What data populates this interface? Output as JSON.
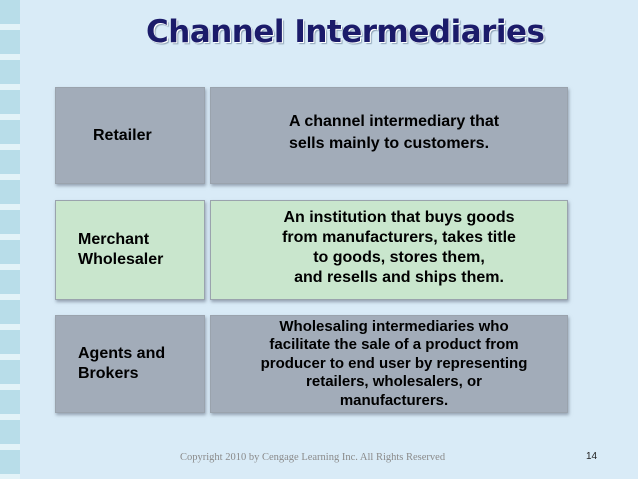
{
  "title": "Channel Intermediaries",
  "rows": [
    {
      "term": "Retailer",
      "definition": "A channel intermediary that\nsells mainly to customers."
    },
    {
      "term": "Merchant\nWholesaler",
      "definition": "An institution that buys goods\nfrom manufacturers, takes title\nto goods, stores them,\nand resells and ships them."
    },
    {
      "term": "Agents and\nBrokers",
      "definition": "Wholesaling intermediaries who\nfacilitate the sale of a product from\nproducer to end user by representing\nretailers, wholesalers, or\nmanufacturers."
    }
  ],
  "footer": "Copyright 2010 by Cengage Learning Inc. All Rights Reserved",
  "page_number": "14",
  "colors": {
    "background": "#d9ebf7",
    "title": "#1b1b6a",
    "gray_box": "#a2acb9",
    "green_box": "#c9e6cd"
  }
}
